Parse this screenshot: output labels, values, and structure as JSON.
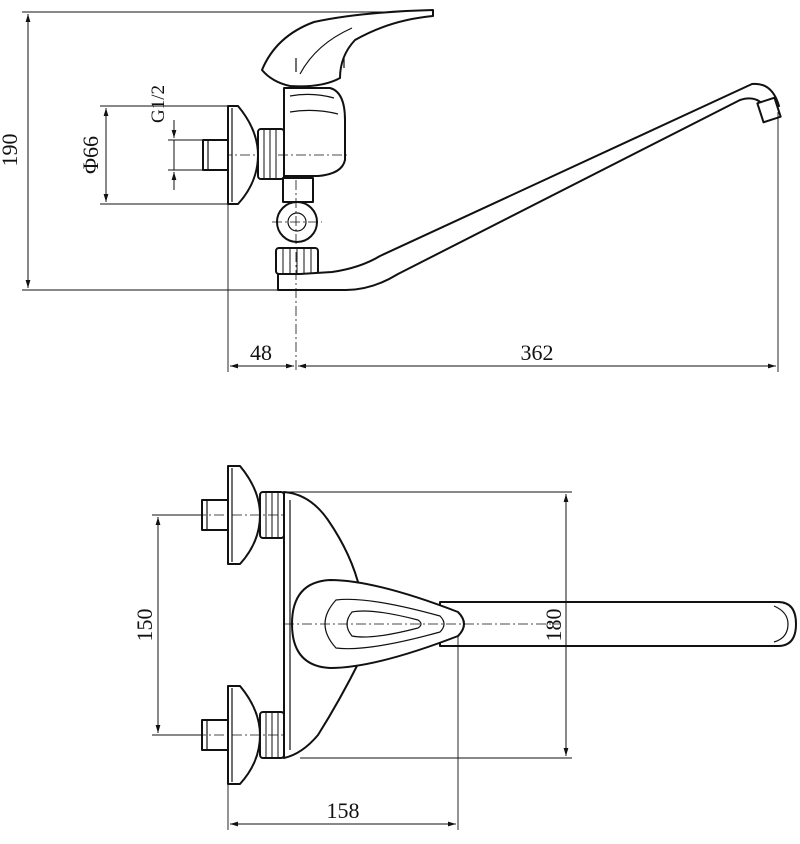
{
  "side_view": {
    "dims": {
      "height": "190",
      "flange_diameter": "Φ66",
      "thread": "G1/2",
      "offset": "48",
      "spout_reach": "362"
    }
  },
  "top_view": {
    "dims": {
      "inlet_spacing": "150",
      "body_height": "180",
      "depth": "158"
    }
  }
}
